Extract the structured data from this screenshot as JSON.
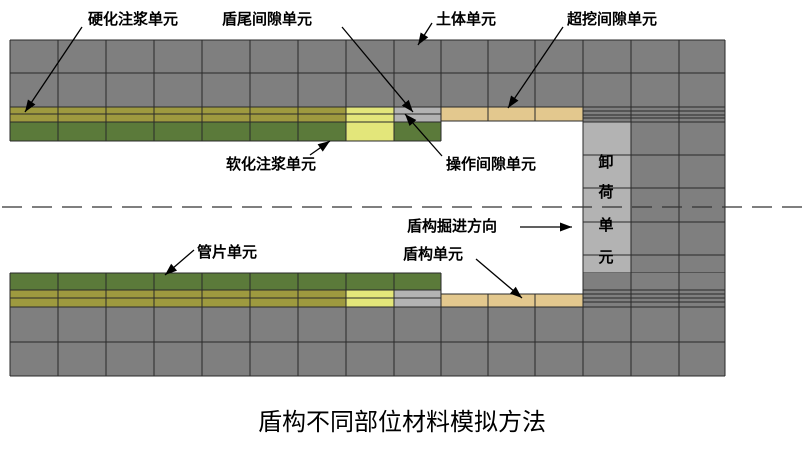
{
  "labels": {
    "hardened_grout": "硬化注浆单元",
    "tail_gap": "盾尾间隙单元",
    "soil": "土体单元",
    "overcut_gap": "超挖间隙单元",
    "soft_grout": "软化注浆单元",
    "operation_gap": "操作间隙单元",
    "direction": "盾构掘进方向",
    "segment": "管片单元",
    "shield": "盾构单元",
    "unload": [
      "卸",
      "荷",
      "单",
      "元"
    ]
  },
  "caption": "盾构不同部位材料模拟方法",
  "colors": {
    "soil": "#7f7f7f",
    "grid": "#2a2a2a",
    "hard_grout": "#9e9a3f",
    "segment": "#5b7a3a",
    "tail_gap": "#e3e67a",
    "light_gray": "#b3b3b3",
    "shield": "#e3c88e"
  }
}
